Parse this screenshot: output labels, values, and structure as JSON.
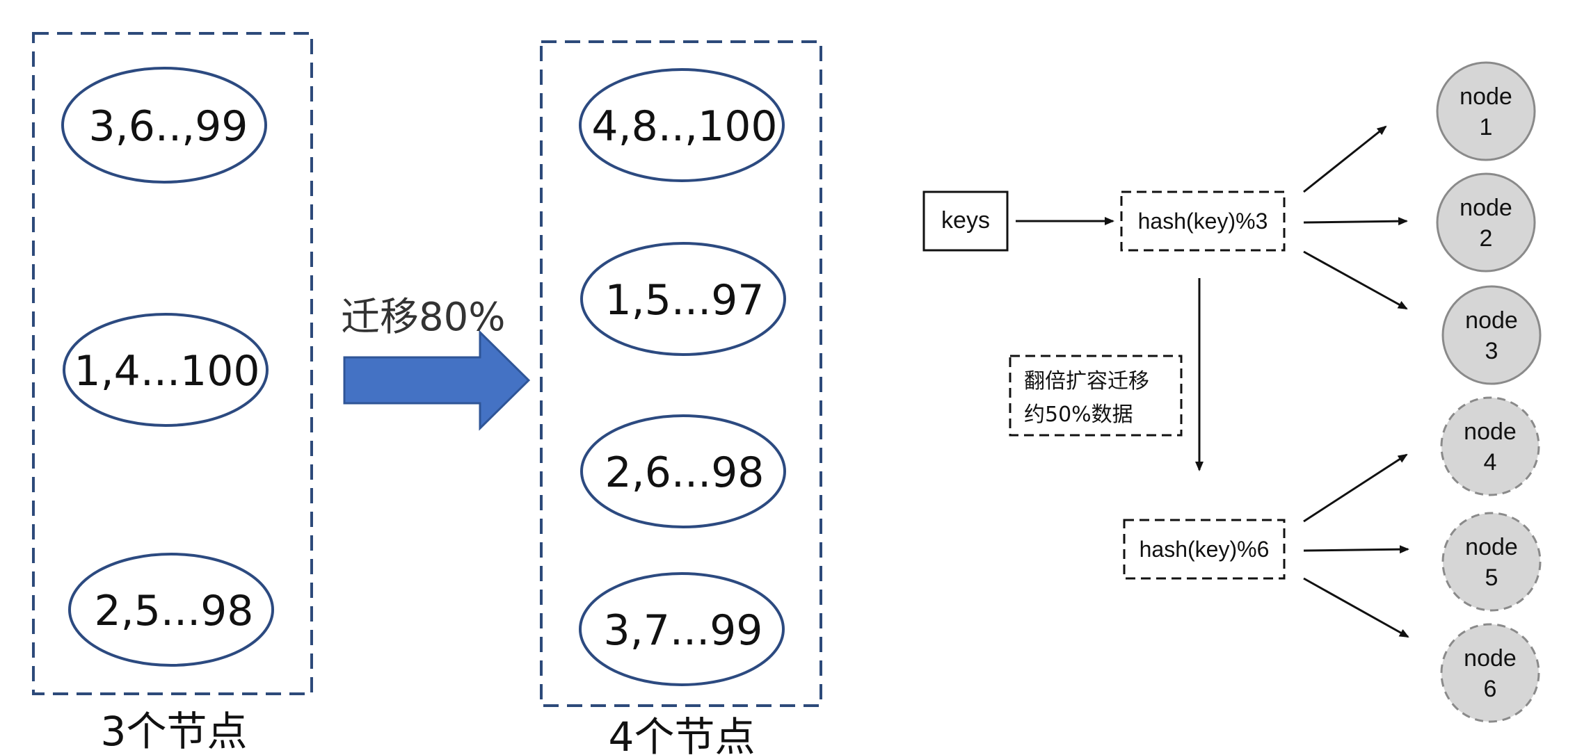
{
  "left_diagram": {
    "groups": [
      {
        "caption": "3个节点",
        "items": [
          "3,6..,99",
          "1,4...100",
          "2,5...98"
        ]
      },
      {
        "caption": "4个节点",
        "items": [
          "4,8..,100",
          "1,5...97",
          "2,6...98",
          "3,7...99"
        ]
      }
    ],
    "migration_label": "迁移80%"
  },
  "right_diagram": {
    "keys_label": "keys",
    "hash_before": "hash(key)%3",
    "hash_after": "hash(key)%6",
    "note_lines": [
      "翻倍扩容迁移",
      "约50%数据"
    ],
    "nodes": [
      {
        "word": "node",
        "num": "1"
      },
      {
        "word": "node",
        "num": "2"
      },
      {
        "word": "node",
        "num": "3"
      },
      {
        "word": "node",
        "num": "4"
      },
      {
        "word": "node",
        "num": "5"
      },
      {
        "word": "node",
        "num": "6"
      }
    ]
  },
  "colors": {
    "group_border": "#2d4a7a",
    "ellipse_border": "#2c4a80",
    "migration_arrow": "#4472c4",
    "migration_arrow_stroke": "#2f5597",
    "node_fill": "#d6d6d6",
    "node_stroke": "#8a8a8a"
  }
}
